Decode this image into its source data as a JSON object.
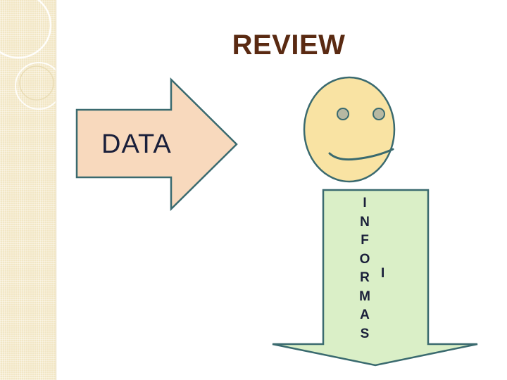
{
  "slide": {
    "title": "REVIEW",
    "data_arrow": {
      "label": "DATA",
      "fill": "#f8d9bd",
      "stroke": "#3a6a6f"
    },
    "face": {
      "fill": "#f9e3a3",
      "stroke": "#3a6a6f",
      "eye_fill": "#b7b8a2"
    },
    "info_arrow": {
      "fill": "#daefc7",
      "stroke": "#3a6a6f",
      "letters": [
        "I",
        "N",
        "F",
        "O",
        "R",
        "M",
        "A",
        "S"
      ],
      "extra_letter": "I"
    },
    "sidebar": {
      "base": "#f2e6c4",
      "ring": "#ffffff"
    }
  }
}
